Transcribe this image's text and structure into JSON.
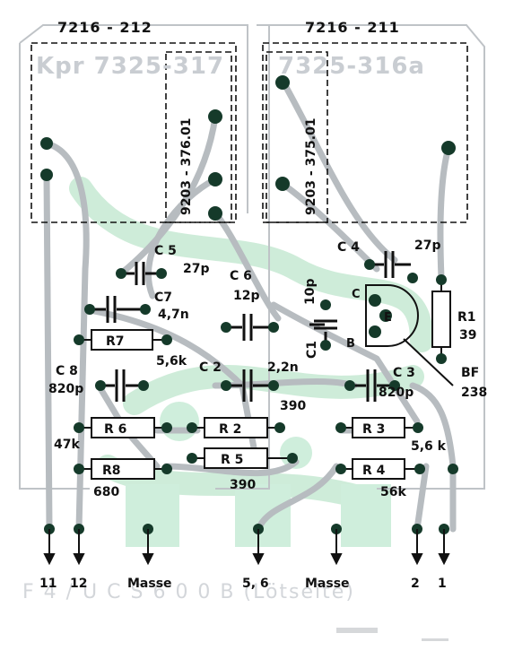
{
  "diagram": {
    "board_left_label": "7216 - 212",
    "board_right_label": "7216 - 211",
    "ghost_left": "Kpr 7325-317",
    "ghost_right": "7325-316a",
    "ghost_bottom": "F 4 / U C S 6 0 0 B (Lötseite)",
    "module_left": "9203 - 376.01",
    "module_right": "9203 - 375.01",
    "transistor_type": [
      "BF",
      "238"
    ],
    "transistor_pins": [
      "C",
      "E",
      "B"
    ],
    "components": [
      {
        "ref": "C 5",
        "value": "27p"
      },
      {
        "ref": "C7",
        "value": "4,7n"
      },
      {
        "ref": "R7",
        "value": "5,6k"
      },
      {
        "ref": "C 6",
        "value": "12p"
      },
      {
        "ref": "C 8",
        "value": "820p"
      },
      {
        "ref": "C 2",
        "value": "2,2n"
      },
      {
        "ref": "C 4",
        "value": "27p"
      },
      {
        "ref": "C1",
        "value": "10p"
      },
      {
        "ref": "R1",
        "value": "39"
      },
      {
        "ref": "C 3",
        "value": "820p"
      },
      {
        "ref": "R 6",
        "value": "47k"
      },
      {
        "ref": "R 2",
        "value": "390"
      },
      {
        "ref": "R 3",
        "value": "5,6 k"
      },
      {
        "ref": "R8",
        "value": "680"
      },
      {
        "ref": "R 5",
        "value": "390"
      },
      {
        "ref": "R 4",
        "value": "56k"
      }
    ],
    "terminals": [
      "11",
      "12",
      "Masse",
      "5, 6",
      "Masse",
      "2",
      "1"
    ]
  },
  "colors": {
    "trace": "#b7bcc0",
    "trace_light": "#c7e8d3",
    "pad": "#153a2a",
    "ink": "#111111",
    "background": "#ffffff"
  }
}
